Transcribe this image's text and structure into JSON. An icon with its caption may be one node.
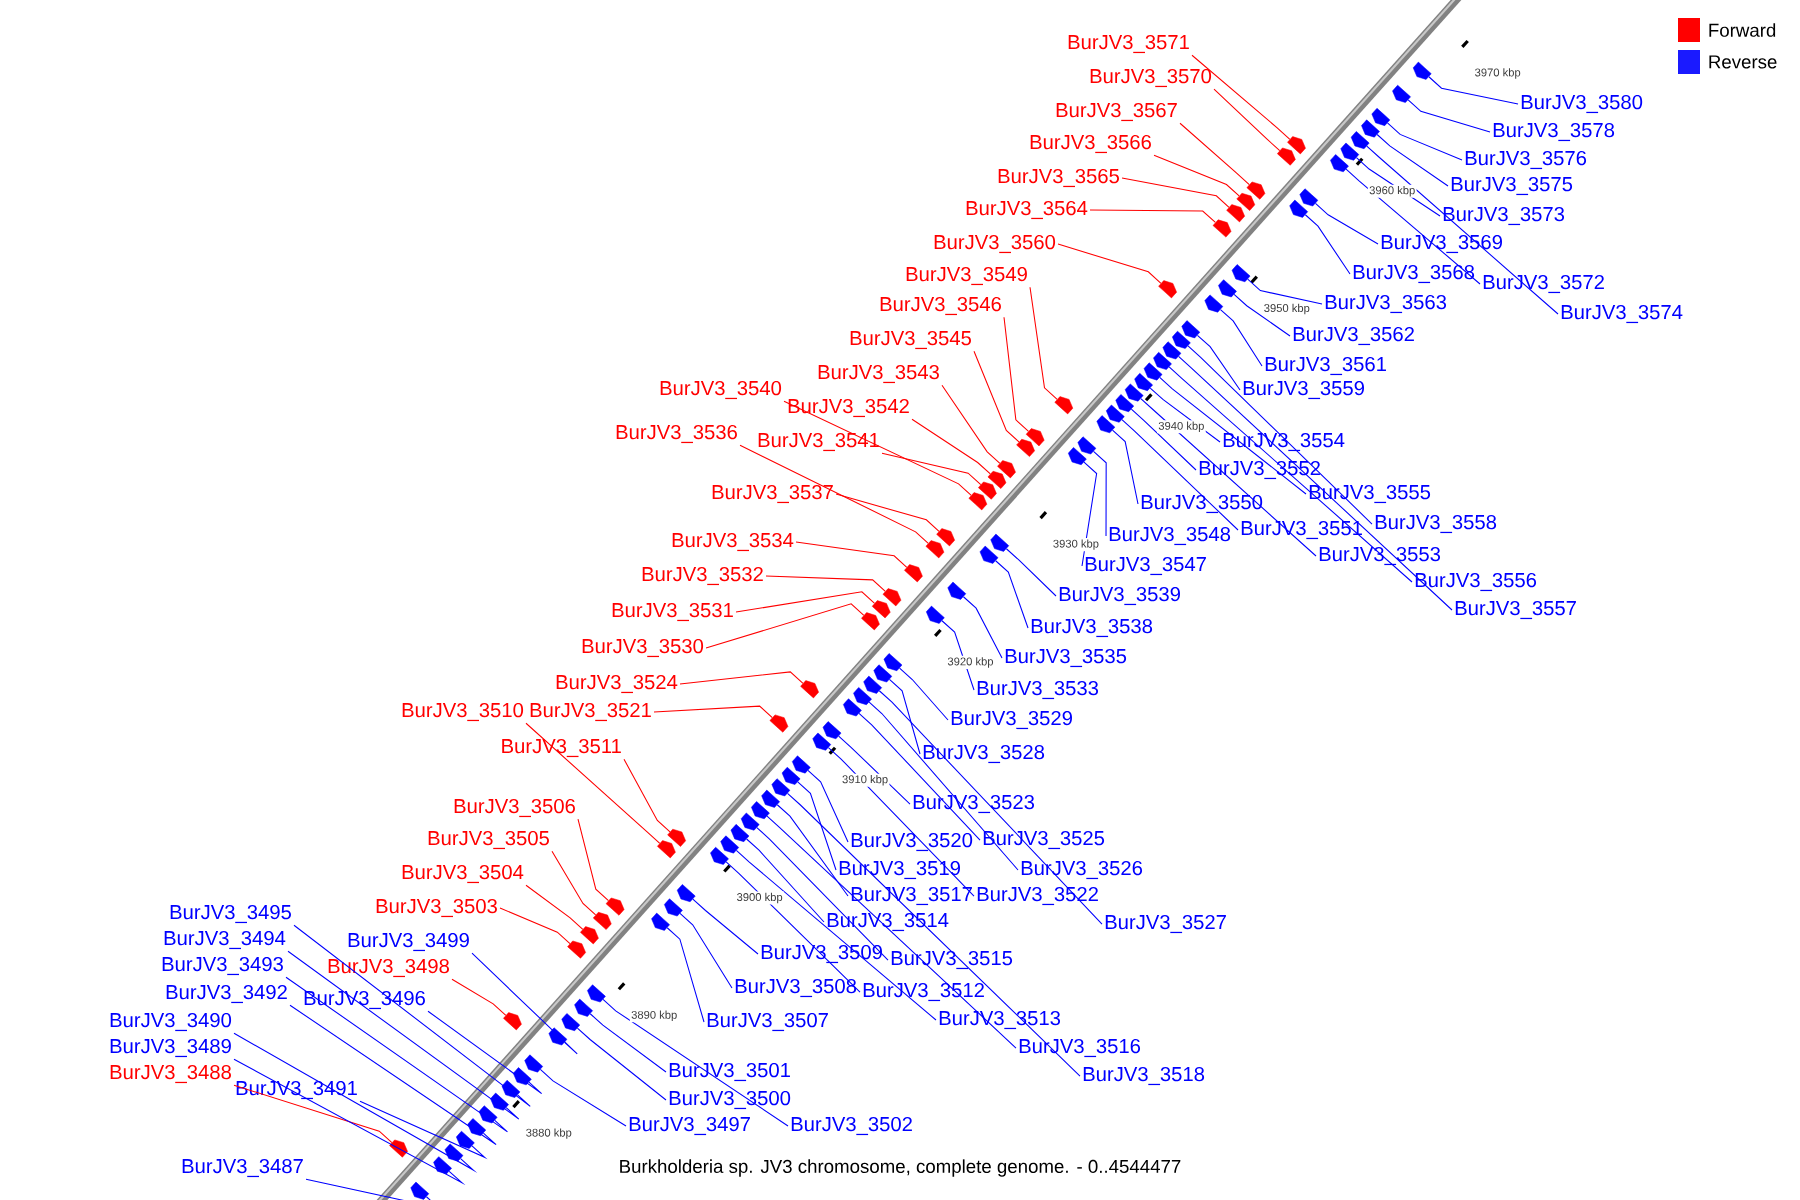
{
  "diagram": {
    "caption": "Burkholderia sp. JV3 chromosome, complete genome. - 0..4544477",
    "nodes": [
      {
        "text": [
          "BurJV3_3571"
        ]
      },
      {
        "text": [
          "BurJV3_3570"
        ]
      },
      {
        "text": [
          "BurJV3_3567"
        ]
      },
      {
        "text": [
          "BurJV3_3566"
        ]
      },
      {
        "text": [
          "BurJV3_3565"
        ]
      },
      {
        "text": [
          "BurJV3_3564"
        ]
      },
      {
        "text": [
          "BurJV3_3560"
        ]
      },
      {
        "text": [
          "BurJV3_3549"
        ]
      },
      {
        "text": [
          "BurJV3_3546"
        ]
      },
      {
        "text": [
          "BurJV3_3545"
        ]
      },
      {
        "text": [
          "BurJV3_3543"
        ]
      },
      {
        "text": [
          "BurJV3_3542"
        ]
      },
      {
        "text": [
          "BurJV3_3540"
        ]
      },
      {
        "text": [
          "BurJV3_3541"
        ]
      },
      {
        "text": [
          "BurJV3_3536"
        ]
      },
      {
        "text": [
          "BurJV3_3537"
        ]
      },
      {
        "text": [
          "BurJV3_3534"
        ]
      },
      {
        "text": [
          "BurJV3_3532"
        ]
      },
      {
        "text": [
          "BurJV3_3531"
        ]
      },
      {
        "text": [
          "BurJV3_3530"
        ]
      },
      {
        "text": [
          "BurJV3_3524"
        ]
      },
      {
        "text": [
          "BurJV3_3510"
        ]
      },
      {
        "text": [
          "BurJV3_3521"
        ]
      },
      {
        "text": [
          "BurJV3_3511"
        ]
      },
      {
        "text": [
          "BurJV3_3506"
        ]
      },
      {
        "text": [
          "BurJV3_3505"
        ]
      },
      {
        "text": [
          "BurJV3_3504"
        ]
      },
      {
        "text": [
          "BurJV3_3503"
        ]
      },
      {
        "text": [
          "BurJV3_3498"
        ]
      },
      {
        "text": [
          "BurJV3_3488"
        ]
      },
      {
        "text": [
          "BurJV3_3580"
        ]
      },
      {
        "text": [
          "BurJV3_3578"
        ]
      },
      {
        "text": [
          "BurJV3_3576"
        ]
      },
      {
        "text": [
          "BurJV3_3575"
        ]
      },
      {
        "text": [
          "BurJV3_3573"
        ]
      },
      {
        "text": [
          "BurJV3_3569"
        ]
      },
      {
        "text": [
          "BurJV3_3572"
        ]
      },
      {
        "text": [
          "BurJV3_3568"
        ]
      },
      {
        "text": [
          "BurJV3_3574"
        ]
      },
      {
        "text": [
          "BurJV3_3563"
        ]
      },
      {
        "text": [
          "BurJV3_3562"
        ]
      },
      {
        "text": [
          "BurJV3_3561"
        ]
      },
      {
        "text": [
          "BurJV3_3559"
        ]
      },
      {
        "text": [
          "BurJV3_3554"
        ]
      },
      {
        "text": [
          "BurJV3_3552"
        ]
      },
      {
        "text": [
          "BurJV3_3555"
        ]
      },
      {
        "text": [
          "BurJV3_3550"
        ]
      },
      {
        "text": [
          "BurJV3_3551"
        ]
      },
      {
        "text": [
          "BurJV3_3558"
        ]
      },
      {
        "text": [
          "BurJV3_3548"
        ]
      },
      {
        "text": [
          "BurJV3_3553"
        ]
      },
      {
        "text": [
          "BurJV3_3556"
        ]
      },
      {
        "text": [
          "BurJV3_3547"
        ]
      },
      {
        "text": [
          "BurJV3_3557"
        ]
      },
      {
        "text": [
          "BurJV3_3539"
        ]
      },
      {
        "text": [
          "BurJV3_3538"
        ]
      },
      {
        "text": [
          "BurJV3_3535"
        ]
      },
      {
        "text": [
          "BurJV3_3533"
        ]
      },
      {
        "text": [
          "BurJV3_3529"
        ]
      },
      {
        "text": [
          "BurJV3_3528"
        ]
      },
      {
        "text": [
          "BurJV3_3523"
        ]
      },
      {
        "text": [
          "BurJV3_3525"
        ]
      },
      {
        "text": [
          "BurJV3_3520"
        ]
      },
      {
        "text": [
          "BurJV3_3526"
        ]
      },
      {
        "text": [
          "BurJV3_3519"
        ]
      },
      {
        "text": [
          "BurJV3_3517"
        ]
      },
      {
        "text": [
          "BurJV3_3522"
        ]
      },
      {
        "text": [
          "BurJV3_3514"
        ]
      },
      {
        "text": [
          "BurJV3_3527"
        ]
      },
      {
        "text": [
          "BurJV3_3509"
        ]
      },
      {
        "text": [
          "BurJV3_3515"
        ]
      },
      {
        "text": [
          "BurJV3_3508"
        ]
      },
      {
        "text": [
          "BurJV3_3512"
        ]
      },
      {
        "text": [
          "BurJV3_3507"
        ]
      },
      {
        "text": [
          "BurJV3_3513"
        ]
      },
      {
        "text": [
          "BurJV3_3516"
        ]
      },
      {
        "text": [
          "BurJV3_3501"
        ]
      },
      {
        "text": [
          "BurJV3_3518"
        ]
      },
      {
        "text": [
          "BurJV3_3500"
        ]
      },
      {
        "text": [
          "BurJV3_3497"
        ]
      },
      {
        "text": [
          "BurJV3_3502"
        ]
      },
      {
        "text": [
          "BurJV3_3495"
        ]
      },
      {
        "text": [
          "BurJV3_3494"
        ]
      },
      {
        "text": [
          "BurJV3_3499"
        ]
      },
      {
        "text": [
          "BurJV3_3493"
        ]
      },
      {
        "text": [
          "BurJV3_3492"
        ]
      },
      {
        "text": [
          "BurJV3_3496"
        ]
      },
      {
        "text": [
          "BurJV3_3490"
        ]
      },
      {
        "text": [
          "BurJV3_3489"
        ]
      },
      {
        "text": [
          "BurJV3_3491"
        ]
      },
      {
        "text": [
          "BurJV3_3487"
        ]
      },
      {
        "text": [],
        "shape": "pentagon"
      },
      {
        "text": [],
        "shape": "pentagon"
      },
      {
        "text": [],
        "shape": "pentagon"
      },
      {
        "text": [],
        "shape": "pentagon"
      },
      {
        "text": [],
        "shape": "pentagon"
      },
      {
        "text": [],
        "shape": "pentagon"
      },
      {
        "text": [],
        "shape": "pentagon"
      },
      {
        "text": [],
        "shape": "pentagon"
      },
      {
        "text": [],
        "shape": "pentagon"
      },
      {
        "text": [],
        "shape": "pentagon"
      },
      {
        "text": [],
        "shape": "pentagon"
      },
      {
        "text": [],
        "shape": "pentagon"
      },
      {
        "text": [],
        "shape": "pentagon"
      },
      {
        "text": [],
        "shape": "pentagon"
      },
      {
        "text": [],
        "shape": "pentagon"
      },
      {
        "text": [],
        "shape": "pentagon"
      },
      {
        "text": [],
        "shape": "pentagon"
      },
      {
        "text": [],
        "shape": "pentagon"
      },
      {
        "text": [],
        "shape": "pentagon"
      },
      {
        "text": [],
        "shape": "pentagon"
      },
      {
        "text": [],
        "shape": "pentagon"
      },
      {
        "text": [],
        "shape": "pentagon"
      },
      {
        "text": [],
        "shape": "pentagon"
      },
      {
        "text": [],
        "shape": "pentagon"
      },
      {
        "text": [],
        "shape": "pentagon"
      },
      {
        "text": [],
        "shape": "pentagon"
      },
      {
        "text": [],
        "shape": "pentagon"
      },
      {
        "text": [],
        "shape": "pentagon"
      },
      {
        "text": [],
        "shape": "pentagon"
      },
      {
        "text": [],
        "shape": "pentagon"
      },
      {
        "text": [],
        "shape": "pentagon"
      },
      {
        "text": [],
        "shape": "pentagon"
      },
      {
        "text": [],
        "shape": "pentagon"
      },
      {
        "text": [],
        "shape": "pentagon"
      },
      {
        "text": [],
        "shape": "pentagon"
      },
      {
        "text": [],
        "shape": "pentagon"
      },
      {
        "text": [],
        "shape": "pentagon"
      },
      {
        "text": [],
        "shape": "pentagon"
      },
      {
        "text": [],
        "shape": "pentagon"
      },
      {
        "text": [],
        "shape": "pentagon"
      },
      {
        "text": [],
        "shape": "pentagon"
      },
      {
        "text": [],
        "shape": "pentagon"
      },
      {
        "text": [],
        "shape": "pentagon"
      },
      {
        "text": [],
        "shape": "pentagon"
      },
      {
        "text": [],
        "shape": "pentagon"
      },
      {
        "text": [],
        "shape": "pentagon"
      },
      {
        "text": [],
        "shape": "pentagon"
      },
      {
        "text": [],
        "shape": "pentagon"
      },
      {
        "text": [],
        "shape": "pentagon"
      },
      {
        "text": [],
        "shape": "pentagon"
      },
      {
        "text": [],
        "shape": "pentagon"
      },
      {
        "text": [],
        "shape": "pentagon"
      },
      {
        "text": [],
        "shape": "pentagon"
      },
      {
        "text": [],
        "shape": "pentagon"
      },
      {
        "text": [],
        "shape": "pentagon"
      },
      {
        "text": [],
        "shape": "pentagon"
      },
      {
        "text": [],
        "shape": "pentagon"
      },
      {
        "text": [],
        "shape": "pentagon"
      },
      {
        "text": [],
        "shape": "pentagon"
      },
      {
        "text": [],
        "shape": "pentagon"
      },
      {
        "text": [],
        "shape": "pentagon"
      },
      {
        "text": [],
        "shape": "pentagon"
      },
      {
        "text": [],
        "shape": "pentagon"
      },
      {
        "text": [],
        "shape": "pentagon"
      },
      {
        "text": [],
        "shape": "pentagon"
      },
      {
        "text": [],
        "shape": "pentagon"
      },
      {
        "text": [],
        "shape": "pentagon"
      },
      {
        "text": [],
        "shape": "pentagon"
      },
      {
        "text": [],
        "shape": "pentagon"
      },
      {
        "text": [],
        "shape": "pentagon"
      },
      {
        "text": [],
        "shape": "pentagon"
      },
      {
        "text": [],
        "shape": "pentagon"
      },
      {
        "text": [],
        "shape": "pentagon"
      },
      {
        "text": [],
        "shape": "pentagon"
      },
      {
        "text": [],
        "shape": "pentagon"
      },
      {
        "text": [],
        "shape": "pentagon"
      },
      {
        "text": [],
        "shape": "pentagon"
      },
      {
        "text": [],
        "shape": "pentagon"
      },
      {
        "text": [],
        "shape": "pentagon"
      },
      {
        "text": [],
        "shape": "pentagon"
      },
      {
        "text": [],
        "shape": "pentagon"
      },
      {
        "text": [],
        "shape": "pentagon"
      },
      {
        "text": [],
        "shape": "pentagon"
      },
      {
        "text": [],
        "shape": "pentagon"
      },
      {
        "text": [],
        "shape": "pentagon"
      },
      {
        "text": [],
        "shape": "pentagon"
      },
      {
        "text": [],
        "shape": "pentagon"
      },
      {
        "text": [],
        "shape": "pentagon"
      },
      {
        "text": [],
        "shape": "pentagon"
      },
      {
        "text": [],
        "shape": "pentagon"
      },
      {
        "text": [],
        "shape": "pentagon"
      }
    ],
    "edges": [
      {
        "from": 0,
        "to": 98,
        "arrow": "none",
        "color": "#ff0000"
      },
      {
        "from": 1,
        "to": 99,
        "arrow": "none",
        "color": "#ff0000"
      },
      {
        "from": 2,
        "to": 102,
        "arrow": "none",
        "color": "#ff0000"
      },
      {
        "from": 3,
        "to": 103,
        "arrow": "none",
        "color": "#ff0000"
      },
      {
        "from": 4,
        "to": 104,
        "arrow": "none",
        "color": "#ff0000"
      },
      {
        "from": 5,
        "to": 105,
        "arrow": "none",
        "color": "#ff0000"
      },
      {
        "from": 6,
        "to": 109,
        "arrow": "none",
        "color": "#ff0000"
      },
      {
        "from": 7,
        "to": 120,
        "arrow": "none",
        "color": "#ff0000"
      },
      {
        "from": 8,
        "to": 123,
        "arrow": "none",
        "color": "#ff0000"
      },
      {
        "from": 9,
        "to": 124,
        "arrow": "none",
        "color": "#ff0000"
      },
      {
        "from": 10,
        "to": 125,
        "arrow": "none",
        "color": "#ff0000"
      },
      {
        "from": 11,
        "to": 126,
        "arrow": "none",
        "color": "#ff0000"
      },
      {
        "from": 12,
        "to": 128,
        "arrow": "none",
        "color": "#ff0000"
      },
      {
        "from": 13,
        "to": 127,
        "arrow": "none",
        "color": "#ff0000"
      },
      {
        "from": 14,
        "to": 132,
        "arrow": "none",
        "color": "#ff0000"
      },
      {
        "from": 15,
        "to": 131,
        "arrow": "none",
        "color": "#ff0000"
      },
      {
        "from": 16,
        "to": 134,
        "arrow": "none",
        "color": "#ff0000"
      },
      {
        "from": 17,
        "to": 136,
        "arrow": "none",
        "color": "#ff0000"
      },
      {
        "from": 18,
        "to": 137,
        "arrow": "none",
        "color": "#ff0000"
      },
      {
        "from": 19,
        "to": 138,
        "arrow": "none",
        "color": "#ff0000"
      },
      {
        "from": 20,
        "to": 144,
        "arrow": "none",
        "color": "#ff0000"
      },
      {
        "from": 21,
        "to": 158,
        "arrow": "none",
        "color": "#ff0000"
      },
      {
        "from": 22,
        "to": 147,
        "arrow": "none",
        "color": "#ff0000"
      },
      {
        "from": 23,
        "to": 157,
        "arrow": "none",
        "color": "#ff0000"
      },
      {
        "from": 24,
        "to": 162,
        "arrow": "none",
        "color": "#ff0000"
      },
      {
        "from": 25,
        "to": 163,
        "arrow": "none",
        "color": "#ff0000"
      },
      {
        "from": 26,
        "to": 164,
        "arrow": "none",
        "color": "#ff0000"
      },
      {
        "from": 27,
        "to": 165,
        "arrow": "none",
        "color": "#ff0000"
      },
      {
        "from": 28,
        "to": 170,
        "arrow": "none",
        "color": "#ff0000"
      },
      {
        "from": 29,
        "to": 180,
        "arrow": "none",
        "color": "#ff0000"
      },
      {
        "from": 30,
        "to": 91,
        "arrow": "none",
        "color": "#0000ff"
      },
      {
        "from": 31,
        "to": 92,
        "arrow": "none",
        "color": "#0000ff"
      },
      {
        "from": 32,
        "to": 93,
        "arrow": "none",
        "color": "#0000ff"
      },
      {
        "from": 33,
        "to": 94,
        "arrow": "none",
        "color": "#0000ff"
      },
      {
        "from": 34,
        "to": 96,
        "arrow": "none",
        "color": "#0000ff"
      },
      {
        "from": 35,
        "to": 100,
        "arrow": "none",
        "color": "#0000ff"
      },
      {
        "from": 36,
        "to": 97,
        "arrow": "none",
        "color": "#0000ff"
      },
      {
        "from": 37,
        "to": 101,
        "arrow": "none",
        "color": "#0000ff"
      },
      {
        "from": 38,
        "to": 95,
        "arrow": "none",
        "color": "#0000ff"
      },
      {
        "from": 39,
        "to": 106,
        "arrow": "none",
        "color": "#0000ff"
      },
      {
        "from": 40,
        "to": 107,
        "arrow": "none",
        "color": "#0000ff"
      },
      {
        "from": 41,
        "to": 108,
        "arrow": "none",
        "color": "#0000ff"
      },
      {
        "from": 42,
        "to": 110,
        "arrow": "none",
        "color": "#0000ff"
      },
      {
        "from": 43,
        "to": 115,
        "arrow": "none",
        "color": "#0000ff"
      },
      {
        "from": 44,
        "to": 117,
        "arrow": "none",
        "color": "#0000ff"
      },
      {
        "from": 45,
        "to": 114,
        "arrow": "none",
        "color": "#0000ff"
      },
      {
        "from": 46,
        "to": 119,
        "arrow": "none",
        "color": "#0000ff"
      },
      {
        "from": 47,
        "to": 118,
        "arrow": "none",
        "color": "#0000ff"
      },
      {
        "from": 48,
        "to": 111,
        "arrow": "none",
        "color": "#0000ff"
      },
      {
        "from": 49,
        "to": 121,
        "arrow": "none",
        "color": "#0000ff"
      },
      {
        "from": 50,
        "to": 116,
        "arrow": "none",
        "color": "#0000ff"
      },
      {
        "from": 51,
        "to": 113,
        "arrow": "none",
        "color": "#0000ff"
      },
      {
        "from": 52,
        "to": 122,
        "arrow": "none",
        "color": "#0000ff"
      },
      {
        "from": 53,
        "to": 112,
        "arrow": "none",
        "color": "#0000ff"
      },
      {
        "from": 54,
        "to": 129,
        "arrow": "none",
        "color": "#0000ff"
      },
      {
        "from": 55,
        "to": 130,
        "arrow": "none",
        "color": "#0000ff"
      },
      {
        "from": 56,
        "to": 133,
        "arrow": "none",
        "color": "#0000ff"
      },
      {
        "from": 57,
        "to": 135,
        "arrow": "none",
        "color": "#0000ff"
      },
      {
        "from": 58,
        "to": 139,
        "arrow": "none",
        "color": "#0000ff"
      },
      {
        "from": 59,
        "to": 140,
        "arrow": "none",
        "color": "#0000ff"
      },
      {
        "from": 60,
        "to": 145,
        "arrow": "none",
        "color": "#0000ff"
      },
      {
        "from": 61,
        "to": 143,
        "arrow": "none",
        "color": "#0000ff"
      },
      {
        "from": 62,
        "to": 148,
        "arrow": "none",
        "color": "#0000ff"
      },
      {
        "from": 63,
        "to": 142,
        "arrow": "none",
        "color": "#0000ff"
      },
      {
        "from": 64,
        "to": 149,
        "arrow": "none",
        "color": "#0000ff"
      },
      {
        "from": 65,
        "to": 151,
        "arrow": "none",
        "color": "#0000ff"
      },
      {
        "from": 66,
        "to": 146,
        "arrow": "none",
        "color": "#0000ff"
      },
      {
        "from": 67,
        "to": 154,
        "arrow": "none",
        "color": "#0000ff"
      },
      {
        "from": 68,
        "to": 141,
        "arrow": "none",
        "color": "#0000ff"
      },
      {
        "from": 69,
        "to": 159,
        "arrow": "none",
        "color": "#0000ff"
      },
      {
        "from": 70,
        "to": 153,
        "arrow": "none",
        "color": "#0000ff"
      },
      {
        "from": 71,
        "to": 160,
        "arrow": "none",
        "color": "#0000ff"
      },
      {
        "from": 72,
        "to": 156,
        "arrow": "none",
        "color": "#0000ff"
      },
      {
        "from": 73,
        "to": 161,
        "arrow": "none",
        "color": "#0000ff"
      },
      {
        "from": 74,
        "to": 155,
        "arrow": "none",
        "color": "#0000ff"
      },
      {
        "from": 75,
        "to": 152,
        "arrow": "none",
        "color": "#0000ff"
      },
      {
        "from": 76,
        "to": 167,
        "arrow": "none",
        "color": "#0000ff"
      },
      {
        "from": 77,
        "to": 150,
        "arrow": "none",
        "color": "#0000ff"
      },
      {
        "from": 78,
        "to": 168,
        "arrow": "none",
        "color": "#0000ff"
      },
      {
        "from": 79,
        "to": 171,
        "arrow": "none",
        "color": "#0000ff"
      },
      {
        "from": 80,
        "to": 166,
        "arrow": "none",
        "color": "#0000ff"
      },
      {
        "from": 81,
        "to": 173,
        "arrow": "none",
        "color": "#0000ff"
      },
      {
        "from": 82,
        "to": 174,
        "arrow": "none",
        "color": "#0000ff"
      },
      {
        "from": 83,
        "to": 169,
        "arrow": "none",
        "color": "#0000ff"
      },
      {
        "from": 84,
        "to": 175,
        "arrow": "none",
        "color": "#0000ff"
      },
      {
        "from": 85,
        "to": 176,
        "arrow": "none",
        "color": "#0000ff"
      },
      {
        "from": 86,
        "to": 172,
        "arrow": "none",
        "color": "#0000ff"
      },
      {
        "from": 87,
        "to": 178,
        "arrow": "none",
        "color": "#0000ff"
      },
      {
        "from": 88,
        "to": 179,
        "arrow": "none",
        "color": "#0000ff"
      },
      {
        "from": 89,
        "to": 177,
        "arrow": "none",
        "color": "#0000ff"
      },
      {
        "from": 90,
        "to": 181,
        "arrow": "none",
        "color": "#0000ff"
      }
    ],
    "labels": [
      "3880 kbp",
      "3890 kbp",
      "3900 kbp",
      "3910 kbp",
      "3920 kbp",
      "3930 kbp",
      "3940 kbp",
      "3950 kbp",
      "3960 kbp",
      "3970 kbp"
    ],
    "legend": [
      {
        "text": "Forward",
        "color": "#ff0000"
      },
      {
        "text": "Reverse",
        "color": "#1a1aff"
      }
    ]
  }
}
